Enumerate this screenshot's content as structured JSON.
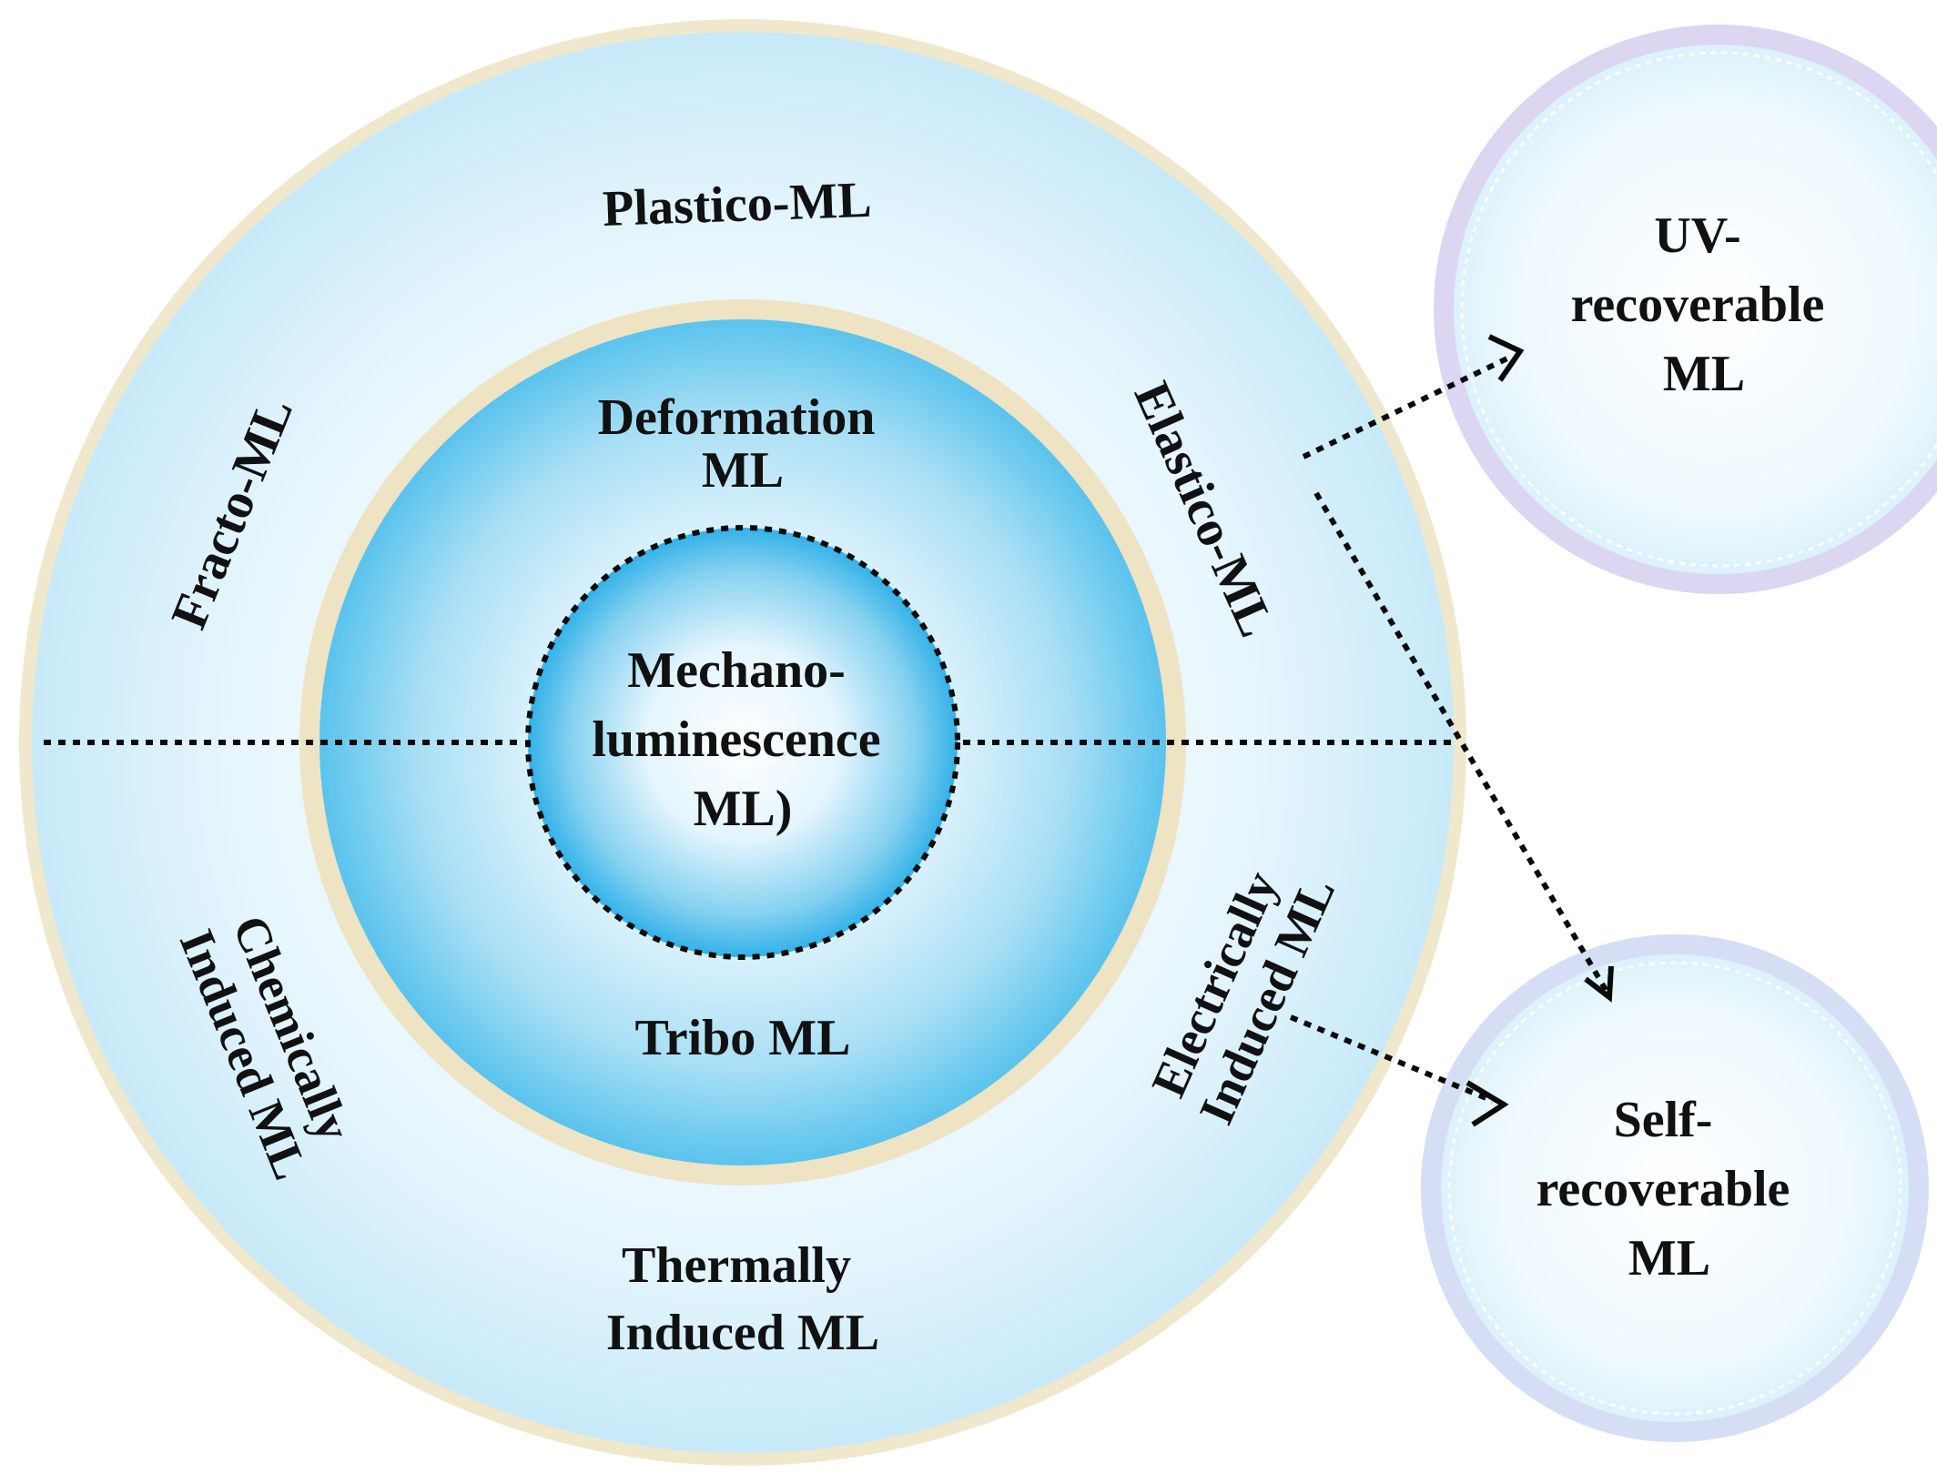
{
  "core": {
    "lines": [
      "Mechano-",
      "luminescence",
      "ML)"
    ]
  },
  "middle_ring": {
    "top_lines": [
      "Deformation",
      "ML"
    ],
    "bottom": "Tribo ML"
  },
  "outer_ring": {
    "top": "Plastico-ML",
    "upper_left": "Fracto-ML",
    "upper_right": "Elastico-ML",
    "lower_left_lines": [
      "Chemically",
      "Induced ML"
    ],
    "lower_right_lines": [
      "Electrically",
      "Induced ML"
    ],
    "bottom_lines": [
      "Thermally",
      "Induced ML"
    ]
  },
  "satellites": {
    "uv": {
      "lines": [
        "UV-",
        "recoverable",
        "ML"
      ]
    },
    "self": {
      "lines": [
        "Self-",
        "recoverable",
        "ML"
      ]
    }
  },
  "colors": {
    "outer_fill_edge": "#bfe6f7",
    "outer_fill_center": "#ffffff",
    "outer_ring_border": "#efe8cc",
    "middle_ring_border": "#eee3c3",
    "core_fill_center": "#ffffff",
    "core_fill_edge": "#3cb7ea",
    "uv_border": "#dcd6f2",
    "self_border": "#d6def6",
    "line": "#0a0a0a"
  }
}
